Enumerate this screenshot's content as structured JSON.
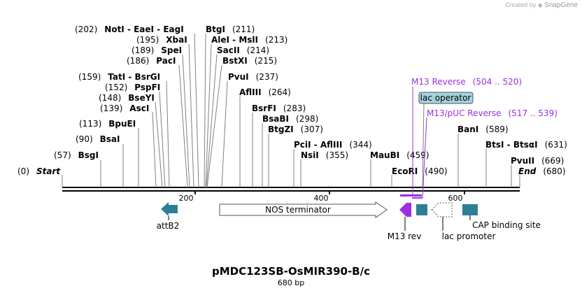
{
  "credit": {
    "prefix": "Created by",
    "brand": "SnapGene"
  },
  "map": {
    "name": "pMDC123SB-OsMIR390-B/c",
    "length_label": "680 bp",
    "ticks": [
      "200",
      "400",
      "600"
    ],
    "sites": [
      {
        "pos": "(0)",
        "name": "Start",
        "italic": true,
        "bp": 0
      },
      {
        "pos": "(57)",
        "name": "BsgI",
        "bp": 57
      },
      {
        "pos": "(90)",
        "name": "BsaI",
        "bp": 90
      },
      {
        "pos": "(113)",
        "name": "BpuEI",
        "bp": 113
      },
      {
        "pos": "(139)",
        "name": "AscI",
        "bp": 139
      },
      {
        "pos": "(148)",
        "name": "BseYI",
        "bp": 148
      },
      {
        "pos": "(152)",
        "name": "PspFI",
        "bp": 152
      },
      {
        "pos": "(159)",
        "name": "TatI - BsrGI",
        "bp": 159
      },
      {
        "pos": "(186)",
        "name": "PacI",
        "bp": 186
      },
      {
        "pos": "(189)",
        "name": "SpeI",
        "bp": 189
      },
      {
        "pos": "(195)",
        "name": "XbaI",
        "bp": 195
      },
      {
        "pos": "(202)",
        "name": "NotI - EaeI - EagI",
        "bp": 202
      },
      {
        "pos": "(211)",
        "name": "BtgI",
        "bp": 211
      },
      {
        "pos": "(213)",
        "name": "AleI - MslI",
        "bp": 213
      },
      {
        "pos": "(214)",
        "name": "SacII",
        "bp": 214
      },
      {
        "pos": "(215)",
        "name": "BstXI",
        "bp": 215
      },
      {
        "pos": "(237)",
        "name": "PvuI",
        "bp": 237
      },
      {
        "pos": "(264)",
        "name": "AflIII",
        "bp": 264
      },
      {
        "pos": "(283)",
        "name": "BsrFI",
        "bp": 283
      },
      {
        "pos": "(298)",
        "name": "BsaBI",
        "bp": 298
      },
      {
        "pos": "(307)",
        "name": "BtgZI",
        "bp": 307
      },
      {
        "pos": "(344)",
        "name": "PciI - AflIII",
        "bp": 344
      },
      {
        "pos": "(355)",
        "name": "NsiI",
        "bp": 355
      },
      {
        "pos": "(459)",
        "name": "MauBI",
        "bp": 459
      },
      {
        "pos": "(490)",
        "name": "EcoRI",
        "bp": 490
      },
      {
        "pos": "(589)",
        "name": "BanI",
        "bp": 589
      },
      {
        "pos": "(631)",
        "name": "BtsI - BtsαI",
        "bp": 631
      },
      {
        "pos": "(669)",
        "name": "PvuII",
        "bp": 669
      },
      {
        "pos": "(680)",
        "name": "End",
        "italic": true,
        "bp": 680
      }
    ],
    "primers": [
      {
        "name": "M13 Reverse",
        "range": "(504 .. 520)"
      },
      {
        "name": "M13/pUC Reverse",
        "range": "(517 .. 539)"
      }
    ],
    "boxed_feature": "lac operator",
    "features": {
      "attB2": "attB2",
      "nos": "NOS terminator",
      "m13rev": "M13 rev",
      "lac_promoter": "lac promoter",
      "cap": "CAP binding site"
    },
    "colors": {
      "teal": "#2e7f96",
      "purple": "#9b30e0",
      "operator_box": "#a5d2df"
    }
  }
}
